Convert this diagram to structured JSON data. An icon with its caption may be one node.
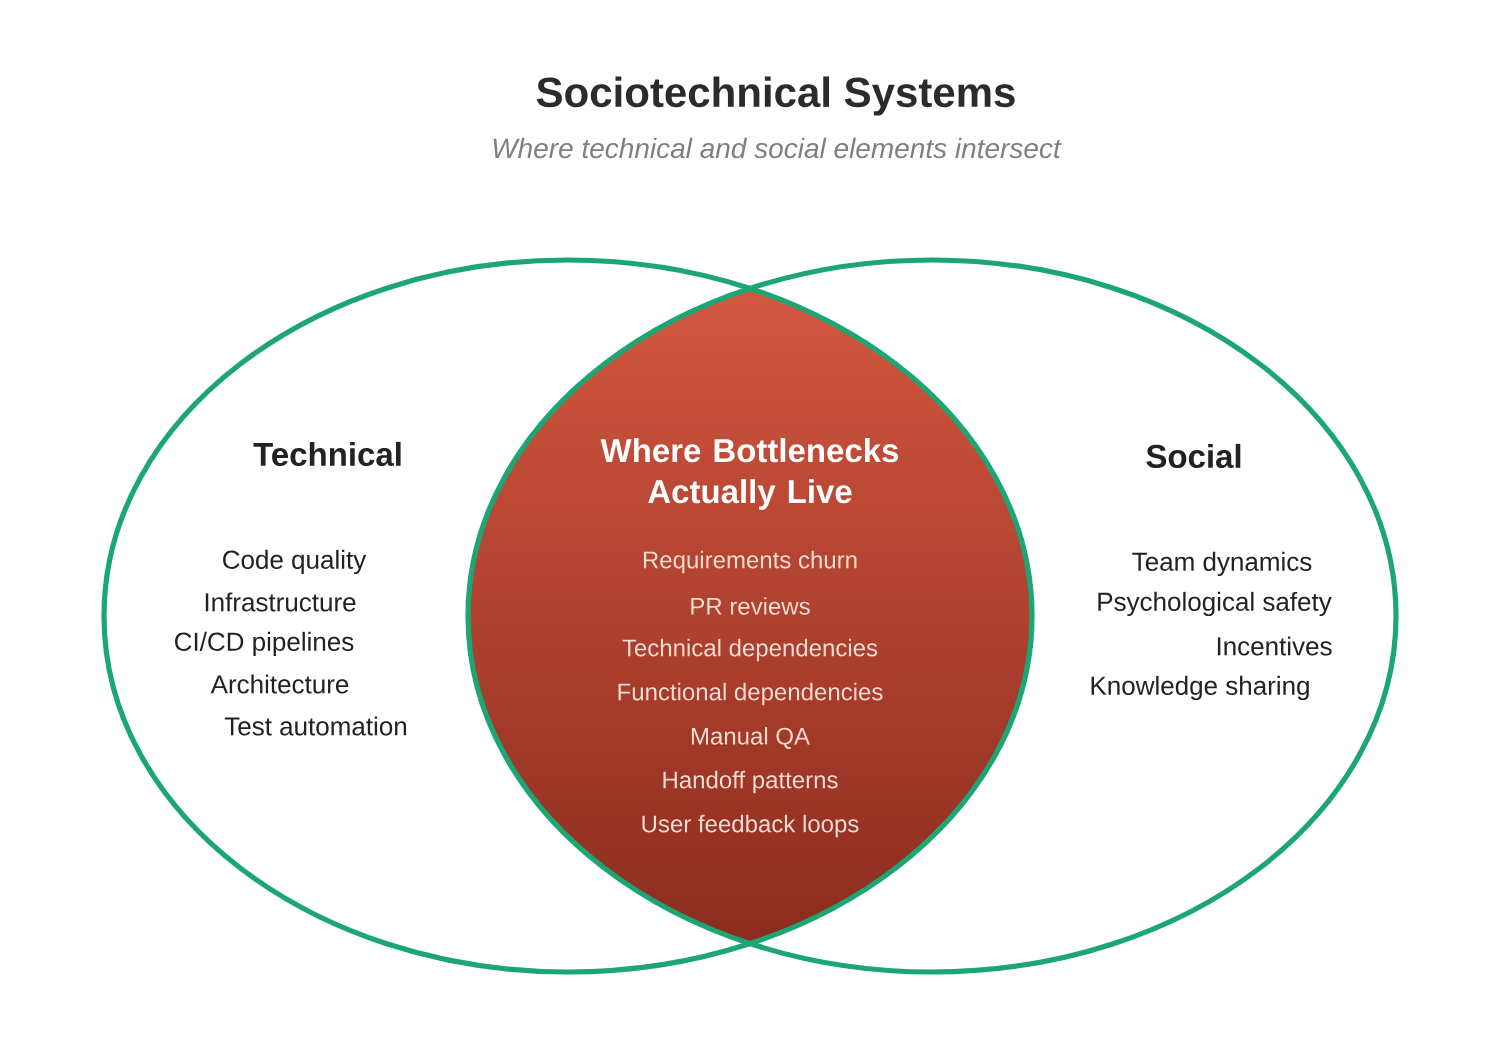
{
  "diagram": {
    "title": "Sociotechnical Systems",
    "nodes": [
      {
        "text": [
          "Technical",
          "Code quality",
          "Infrastructure",
          "CI/CD pipelines",
          "Architecture",
          "Test automation"
        ]
      },
      {
        "text": [
          "Where Bottlenecks Actually Live",
          "Requirements churn",
          "PR reviews",
          "Technical dependencies",
          "Functional dependencies",
          "Manual QA",
          "Handoff patterns",
          "User feedback loops"
        ]
      },
      {
        "text": [
          "Social",
          "Team dynamics",
          "Psychological safety",
          "Incentives",
          "Knowledge sharing"
        ]
      }
    ],
    "labels": [
      "Where technical and social elements intersect"
    ]
  }
}
